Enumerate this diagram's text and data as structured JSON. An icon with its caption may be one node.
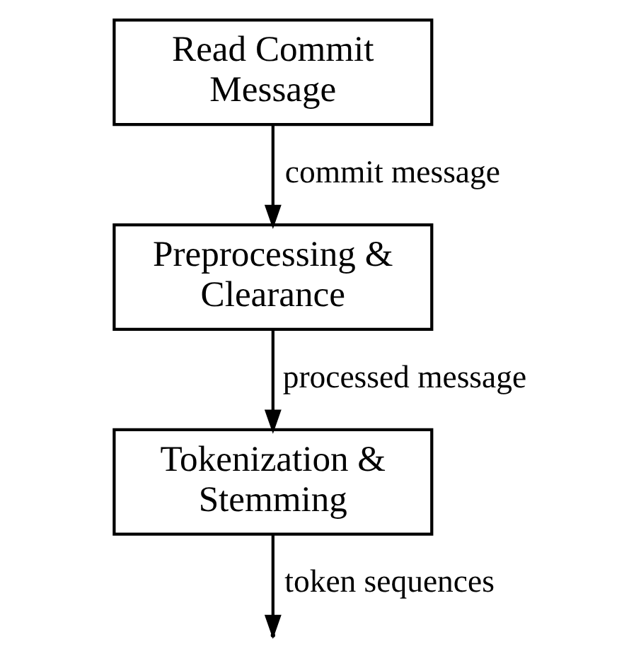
{
  "diagram": {
    "nodes": [
      {
        "text": [
          "Read Commit Message"
        ]
      },
      {
        "text": [
          "Preprocessing & Clearance"
        ]
      },
      {
        "text": [
          "Tokenization & Stemming"
        ]
      }
    ],
    "edges": [
      {
        "from": 0,
        "to": 1,
        "arrow": "to",
        "label": "commit message"
      },
      {
        "from": 1,
        "to": 2,
        "arrow": "to",
        "label": "processed message"
      },
      {
        "from": 2,
        "to": null,
        "arrow": "to",
        "label": "token sequences"
      }
    ]
  }
}
